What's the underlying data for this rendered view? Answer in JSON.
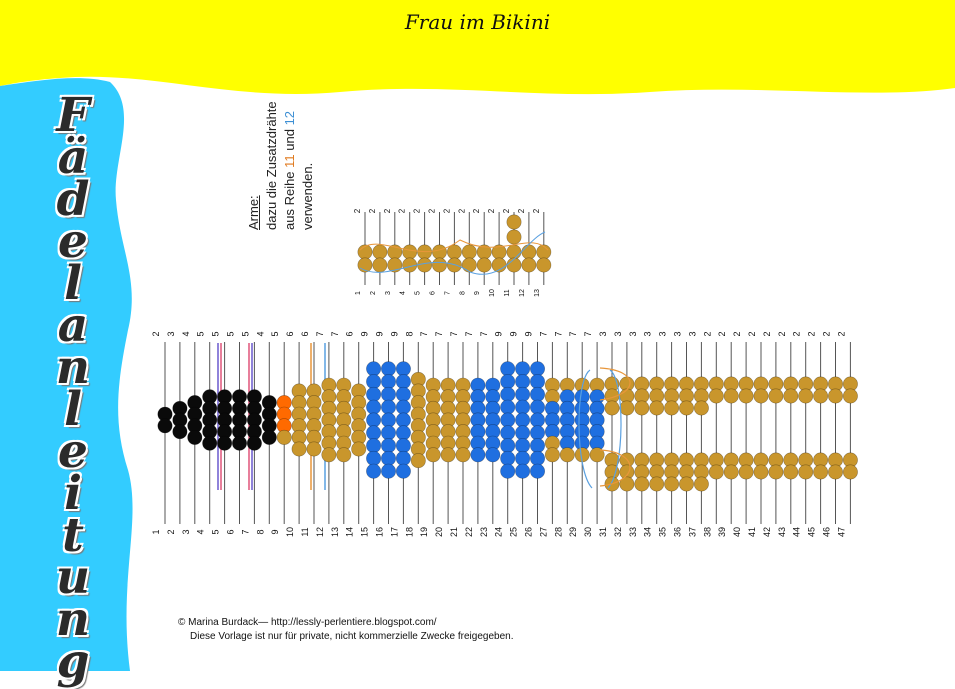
{
  "title": "Frau im Bikini",
  "side_title_letters": [
    "F",
    "ä",
    "d",
    "e",
    "l",
    "a",
    "n",
    "l",
    "e",
    "i",
    "t",
    "u",
    "n",
    "g"
  ],
  "arms_note": {
    "heading": "Arme:",
    "line1": "dazu die Zusatzdrähte",
    "line2_prefix": "aus Reihe ",
    "row_a": "11",
    "line2_mid": " und ",
    "row_b": "12",
    "line3": "verwenden."
  },
  "footer": {
    "line1": "© Marina Burdack— http://lessly-perlentiere.blogspot.com/",
    "line2": "Diese Vorlage ist nur für private, nicht kommerzielle Zwecke freigegeben."
  },
  "colors": {
    "band_yellow": "#ffff00",
    "band_blue": "#33ccff",
    "gold": "#c9962c",
    "blue": "#1f6fe0",
    "black": "#0a0a0a",
    "orange": "#ff6a00",
    "orange_wire": "#e8963a",
    "blue_wire": "#5aa0e0"
  },
  "main_row_numbers": [
    "1",
    "2",
    "3",
    "4",
    "5",
    "6",
    "7",
    "8",
    "9",
    "10",
    "11",
    "12",
    "13",
    "14",
    "15",
    "16",
    "17",
    "18",
    "19",
    "20",
    "21",
    "22",
    "23",
    "24",
    "25",
    "26",
    "27",
    "28",
    "29",
    "30",
    "31",
    "32",
    "33",
    "34",
    "35",
    "36",
    "37",
    "38",
    "39",
    "40",
    "41",
    "42",
    "43",
    "44",
    "45",
    "46",
    "47"
  ],
  "main_bead_counts": [
    "2",
    "3",
    "4",
    "5",
    "5",
    "5",
    "5",
    "4",
    "5",
    "6",
    "6",
    "7",
    "7",
    "6",
    "9",
    "9",
    "9",
    "8",
    "7",
    "7",
    "7",
    "7",
    "7",
    "9",
    "9",
    "9",
    "7",
    "7",
    "7",
    "7",
    "3",
    "3",
    "3",
    "3",
    "3",
    "3",
    "3",
    "2",
    "2",
    "2",
    "2",
    "2",
    "2",
    "2",
    "2",
    "2",
    "2"
  ],
  "arms_row_numbers": [
    "1",
    "2",
    "3",
    "4",
    "5",
    "6",
    "7",
    "8",
    "9",
    "10",
    "11",
    "12",
    "13"
  ],
  "arms_bead_counts": [
    "2",
    "2",
    "2",
    "2",
    "2",
    "2",
    "2",
    "2",
    "2",
    "2",
    "2",
    "2",
    "2"
  ]
}
